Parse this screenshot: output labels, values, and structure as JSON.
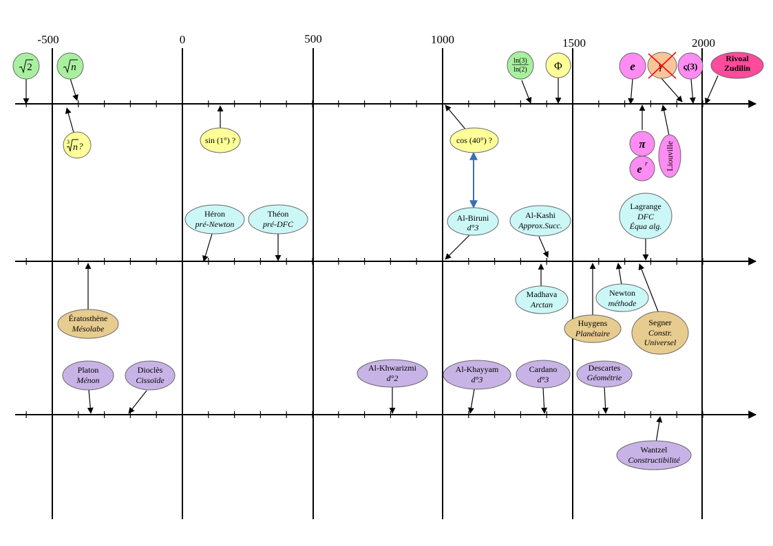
{
  "years": [
    "-500",
    "0",
    "500",
    "1000",
    "1500",
    "2000"
  ],
  "colors": {
    "green": "#a8f0a0",
    "yellow": "#ffff99",
    "cyan": "#ccf7f7",
    "tan": "#e7cc8f",
    "purple": "#c8b3e6",
    "pink": "#ff8cf2",
    "orange": "#f8c59a",
    "magenta": "#ff4b9b",
    "arrow_blue": "#3a6fb3",
    "cross_red": "#ff0000"
  },
  "row1": {
    "sqrt2": "2",
    "sqrtn": "n",
    "ln_num": "ln(3)",
    "ln_den": "ln(2)",
    "phi": "Φ",
    "e": "e",
    "gamma": "γ",
    "zeta": "ς(3)",
    "rivoal_1": "Rivoal",
    "rivoal_2": "Zudilin",
    "cbrt_index": "3",
    "cbrt_n": "n",
    "cbrt_q": " ?",
    "sin1": "sin (1°) ?",
    "cos40": "cos (40°) ?",
    "pi": "π",
    "er_base": "e",
    "er_exp": "r",
    "liouville": "Liouville"
  },
  "row2": {
    "heron_1": "Héron",
    "heron_2": "pré-Newton",
    "theon_1": "Théon",
    "theon_2": "pré-DFC",
    "biruni_1": "Al-Biruni",
    "biruni_2": "d°3",
    "kashi_1": "Al-Kashi",
    "kashi_2": "Approx.Succ.",
    "lagrange_1": "Lagrange",
    "lagrange_2": "DFC",
    "lagrange_3": "Équa alg.",
    "erato_1": "Ératosthène",
    "erato_2": "Mésolabe",
    "madhava_1": "Madhava",
    "madhava_2": "Arctan",
    "newton_1": "Newton",
    "newton_2": "méthode",
    "huygens_1": "Huygens",
    "huygens_2": "Planétaire",
    "segner_1": "Segner",
    "segner_2": "Constr.",
    "segner_3": "Universel"
  },
  "row3": {
    "platon_1": "Platon",
    "platon_2": "Ménon",
    "diocles_1": "Dioclès",
    "diocles_2": "Cissoïde",
    "khwarizmi_1": "Al-Khwarizmi",
    "khwarizmi_2": "d°2",
    "khayyam_1": "Al-Khayyam",
    "khayyam_2": "d°3",
    "cardano_1": "Cardano",
    "cardano_2": "d°3",
    "descartes_1": "Descartes",
    "descartes_2": "Géométrie",
    "wantzel_1": "Wantzel",
    "wantzel_2": "Constructibilité"
  }
}
